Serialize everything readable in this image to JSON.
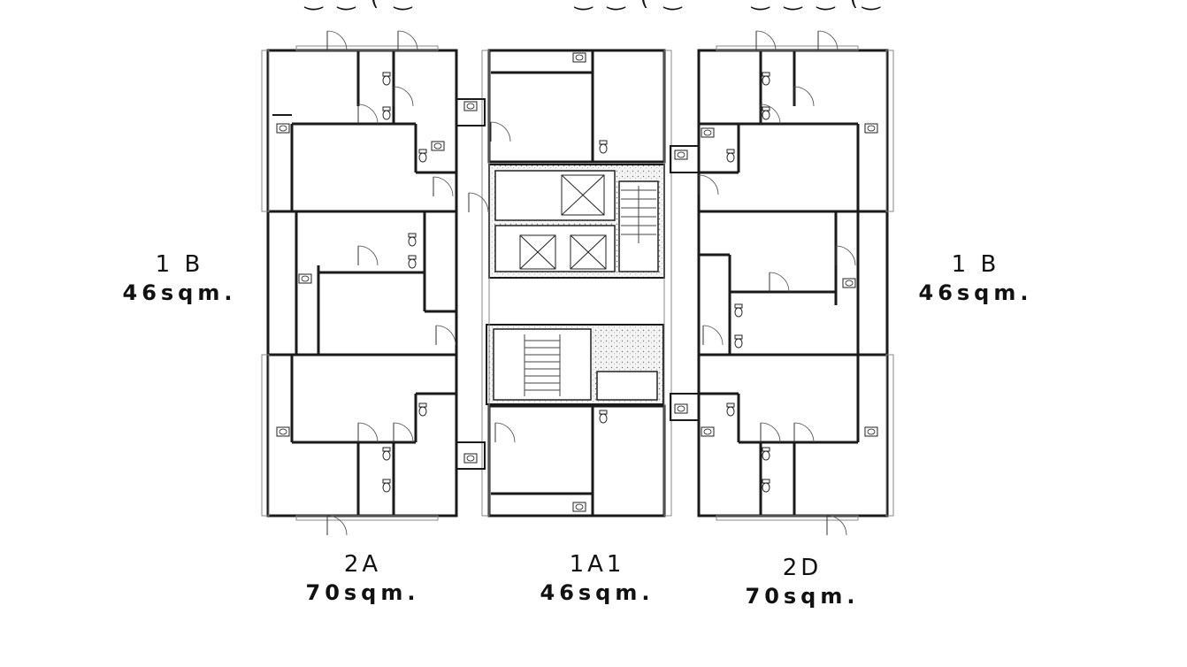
{
  "units": {
    "left": {
      "code": "1 B",
      "area": "46sqm."
    },
    "right": {
      "code": "1 B",
      "area": "46sqm."
    },
    "bottom_left": {
      "code": "2A",
      "area": "70sqm."
    },
    "bottom_center": {
      "code": "1A1",
      "area": "46sqm."
    },
    "bottom_right": {
      "code": "2D",
      "area": "70sqm."
    }
  },
  "colors": {
    "wall": "#1a1a1a",
    "line": "#333333",
    "hatch": "#9a9a9a",
    "background": "#ffffff"
  }
}
